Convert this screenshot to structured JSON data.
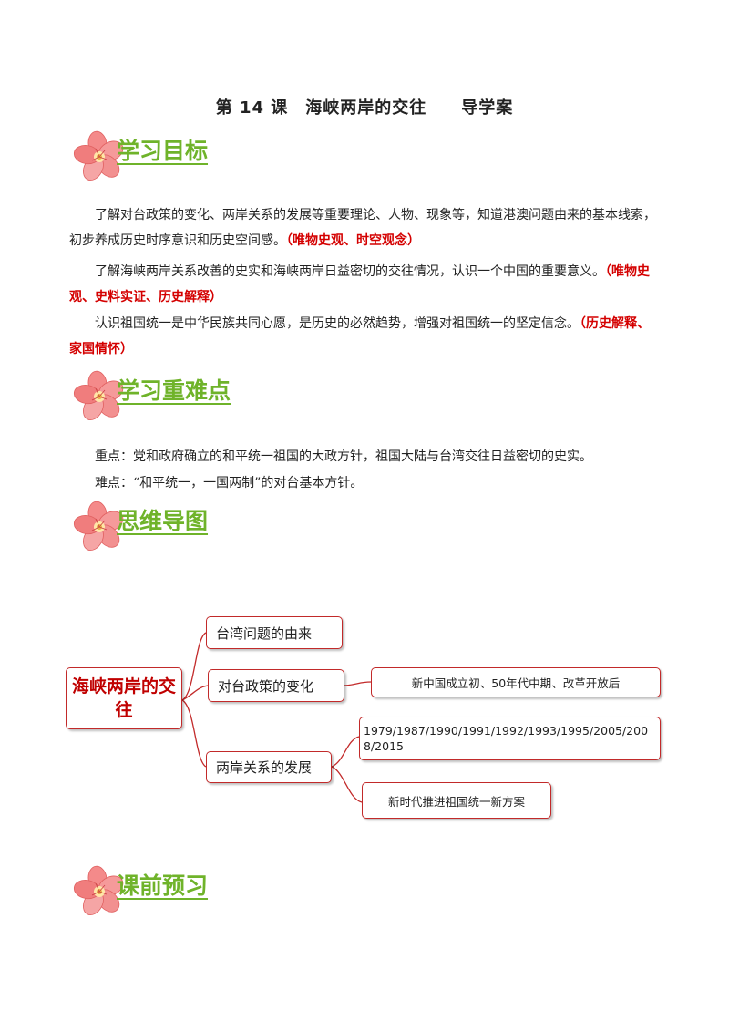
{
  "title": "第 14 课　海峡两岸的交往　　导学案",
  "sections": {
    "goals": {
      "heading": "学习目标"
    },
    "key": {
      "heading": "学习重难点"
    },
    "mindmap": {
      "heading": "思维导图"
    },
    "preview": {
      "heading": "课前预习"
    }
  },
  "goals": [
    {
      "text": "了解对台政策的变化、两岸关系的发展等重要理论、人物、现象等，知道港澳问题由来的基本线索，初步养成历史时序意识和历史空间感。",
      "tag": "（唯物史观、时空观念）"
    },
    {
      "text": "了解海峡两岸关系改善的史实和海峡两岸日益密切的交往情况，认识一个中国的重要意义。",
      "tag": "（唯物史观、史料实证、历史解释）"
    },
    {
      "text": "认识祖国统一是中华民族共同心愿，是历史的必然趋势，增强对祖国统一的坚定信念。",
      "tag": "（历史解释、家国情怀）"
    }
  ],
  "key_points": {
    "important": "重点：党和政府确立的和平统一祖国的大政方针，祖国大陆与台湾交往日益密切的史实。",
    "difficult": "难点：“和平统一，一国两制”的对台基本方针。"
  },
  "mindmap": {
    "root": "海峡两岸的交往",
    "branches": [
      "台湾问题的由来",
      "对台政策的变化",
      "两岸关系的发展"
    ],
    "policy_detail": "新中国成立初、50年代中期、改革开放后",
    "years_detail": "1979/1987/1990/1991/1992/1993/1995/2005/2008/2015",
    "new_era": "新时代推进祖国统一新方案"
  },
  "colors": {
    "heading": "#6fb32a",
    "tag": "#d40000",
    "box_border": "#c22a2a",
    "root_text": "#c00000"
  }
}
